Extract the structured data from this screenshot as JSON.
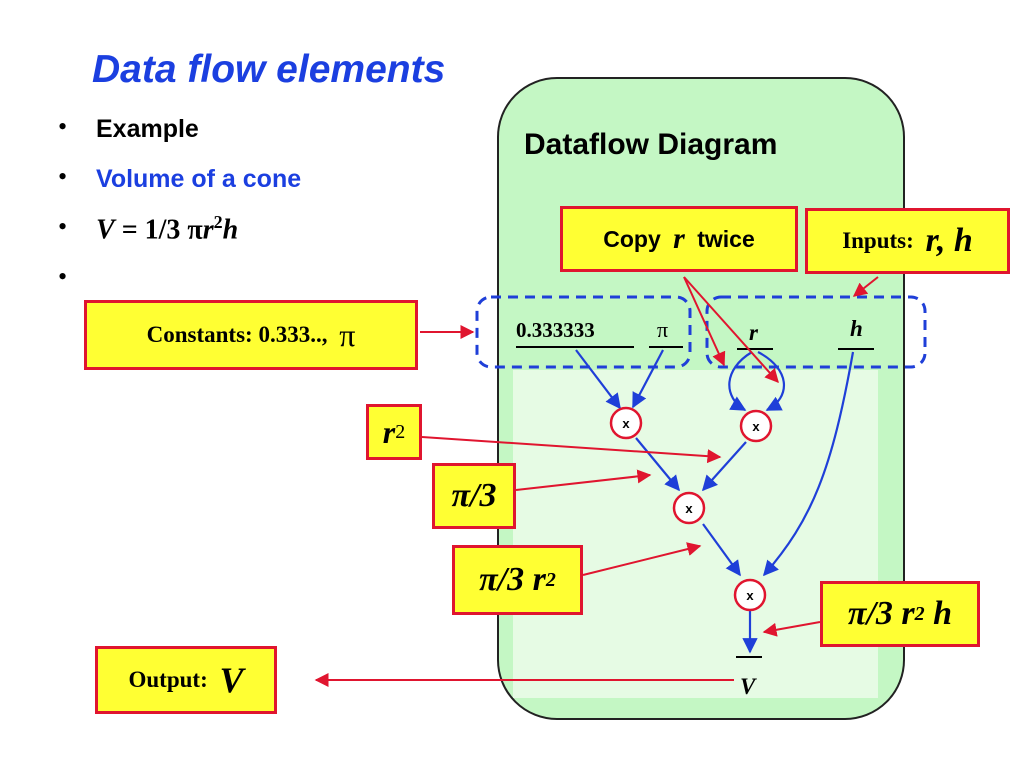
{
  "slide": {
    "title": "Data flow elements",
    "bullets": [
      {
        "marker": "•",
        "text": "Example"
      },
      {
        "marker": "•",
        "text": "Volume of a cone"
      },
      {
        "marker": "•",
        "text_parts": [
          "V",
          " = 1/3 ",
          "π",
          "r",
          "2",
          "h"
        ]
      },
      {
        "marker": "•",
        "text": ""
      }
    ]
  },
  "diagram": {
    "title": "Dataflow Diagram",
    "wires": {
      "const_third": "0.333333",
      "const_pi": "π",
      "input_r": "r",
      "input_h": "h",
      "output_v": "V"
    },
    "operator_symbol": "x"
  },
  "callouts": {
    "copy_r": {
      "pre": "Copy ",
      "var": "r",
      "post": " twice"
    },
    "inputs": {
      "label": "Inputs: ",
      "vars": "r, h"
    },
    "constants": {
      "label": "Constants: 0.333.., ",
      "sym": "π"
    },
    "r_squared": {
      "var": "r",
      "sup": "2"
    },
    "pi_third": {
      "text": "π/3"
    },
    "pi_third_r2": {
      "text": "π/3 r",
      "sup": "2"
    },
    "pi_third_r2_h": {
      "text": "π/3 r",
      "sup": "2",
      "post": " h"
    },
    "output": {
      "label": "Output: ",
      "var": "V"
    }
  },
  "colors": {
    "title_blue": "#1b3fe0",
    "panel_green": "#c4f7c4",
    "callout_yellow": "#ffff33",
    "callout_border": "#e0152f",
    "wire_blue": "#1f3fd8",
    "pointer_red": "#e0152f"
  }
}
